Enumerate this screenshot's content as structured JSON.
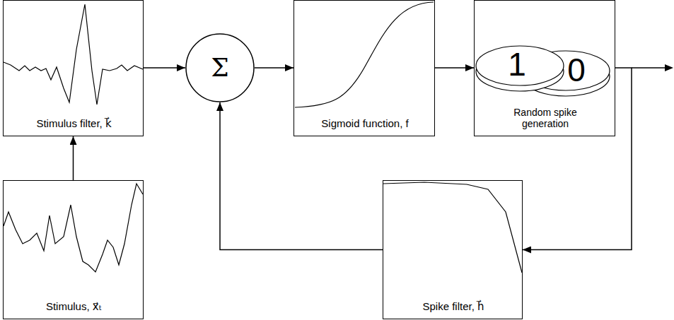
{
  "diagram": {
    "nodes": [
      {
        "text": [
          "Stimulus filter, k⃗"
        ]
      },
      {
        "text": [
          "Σ"
        ]
      },
      {
        "text": [
          "Sigmoid function, f"
        ]
      },
      {
        "text": [
          "1",
          "0",
          "Random spike generation"
        ]
      },
      {
        "text": [
          "Stimulus, x⃗ₜ"
        ]
      },
      {
        "text": [
          "Spike filter, h⃗"
        ]
      }
    ],
    "edges": [
      {
        "from": 4,
        "to": 0,
        "arrow": "to"
      },
      {
        "from": 0,
        "to": 1,
        "arrow": "to"
      },
      {
        "from": 1,
        "to": 2,
        "arrow": "to"
      },
      {
        "from": 2,
        "to": 3,
        "arrow": "to"
      },
      {
        "from": 3,
        "to": 5,
        "arrow": "to"
      },
      {
        "from": 5,
        "to": 1,
        "arrow": "to"
      }
    ]
  }
}
